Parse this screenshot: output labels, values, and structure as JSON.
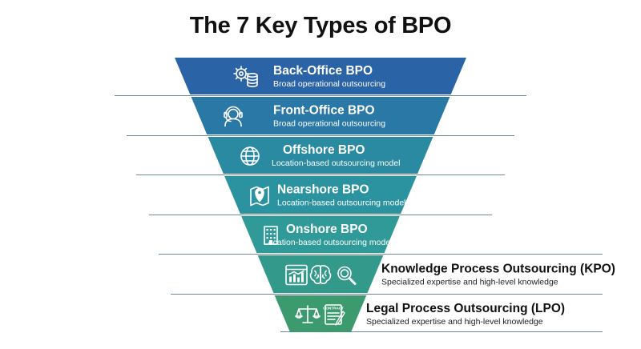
{
  "title": "The 7 Key Types of BPO",
  "colors": {
    "band_start": "#2a63a6",
    "band_mid": "#2b93a0",
    "band_end": "#3c9b6e",
    "line": "#6a8a96"
  },
  "levels": [
    {
      "title": "Back-Office BPO",
      "subtitle": "Broad operational outsourcing",
      "icons": [
        "gear-database-icon"
      ],
      "color": "#2a63a6"
    },
    {
      "title": "Front-Office BPO",
      "subtitle": "Broad operational outsourcing",
      "icons": [
        "headset-agent-icon"
      ],
      "color": "#2a78a6"
    },
    {
      "title": "Offshore BPO",
      "subtitle": "Location-based outsourcing model",
      "icons": [
        "globe-icon"
      ],
      "color": "#2a8aa2"
    },
    {
      "title": "Nearshore BPO",
      "subtitle": "Location-based outsourcing model",
      "icons": [
        "map-pin-icon"
      ],
      "color": "#2b93a0"
    },
    {
      "title": "Onshore BPO",
      "subtitle": "Location-based outsourcing model",
      "icons": [
        "building-icon"
      ],
      "color": "#2f9a97"
    },
    {
      "title": "Knowledge Process Outsourcing (KPO)",
      "subtitle": "Specialized expertise and high-level knowledge",
      "icons": [
        "chart-icon",
        "brain-icon",
        "magnifier-icon"
      ],
      "color": "#33998a"
    },
    {
      "title": "Legal Process Outsourcing (LPO)",
      "subtitle": "Specialized expertise and high-level knowledge",
      "icons": [
        "scales-icon",
        "contract-icon"
      ],
      "color": "#3c9b6e"
    }
  ],
  "contract_label": "CONTRACT"
}
